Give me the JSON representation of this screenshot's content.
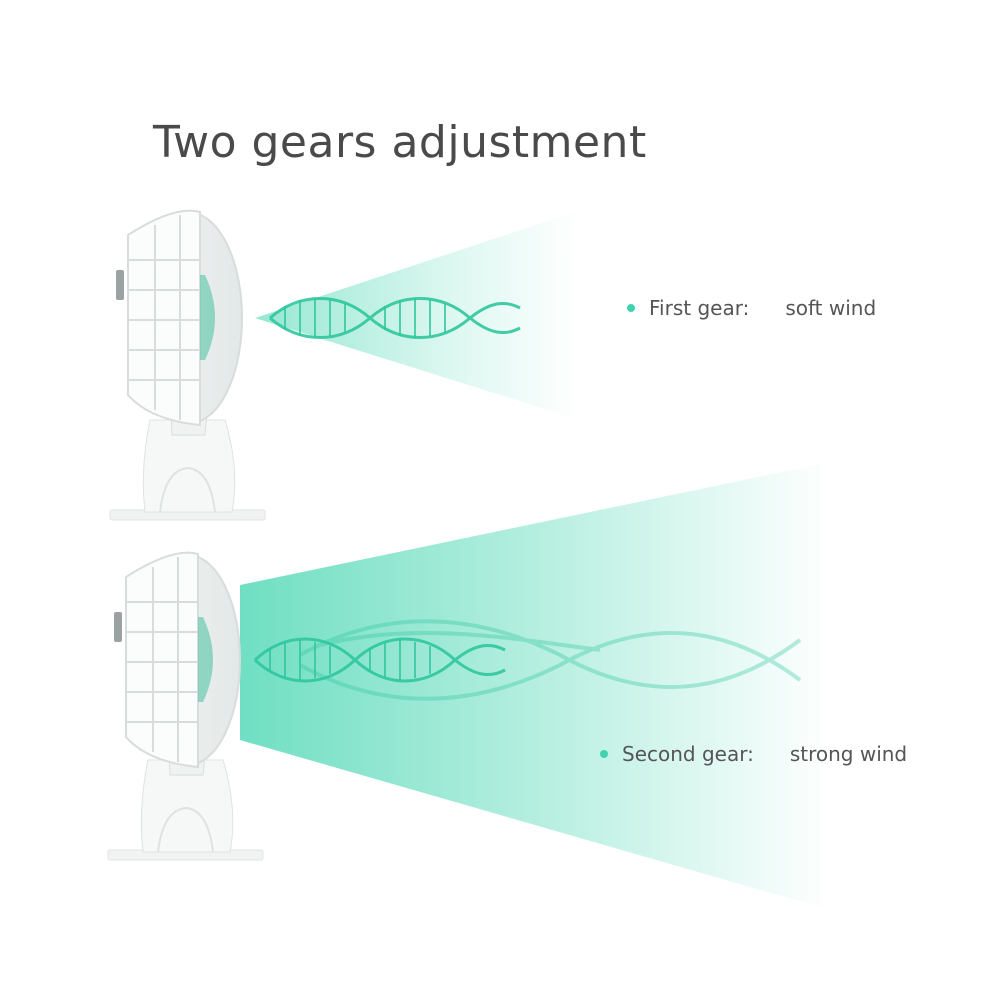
{
  "title": "Two gears adjustment",
  "colors": {
    "accent": "#3fd4ae",
    "title": "#4a4a4a",
    "label": "#555555"
  },
  "gears": [
    {
      "name": "First gear:",
      "value": "soft wind"
    },
    {
      "name": "Second gear:",
      "value": "strong wind"
    }
  ],
  "icons": [
    "desk-fan-soft-icon",
    "desk-fan-strong-icon",
    "wind-wave-icon"
  ]
}
